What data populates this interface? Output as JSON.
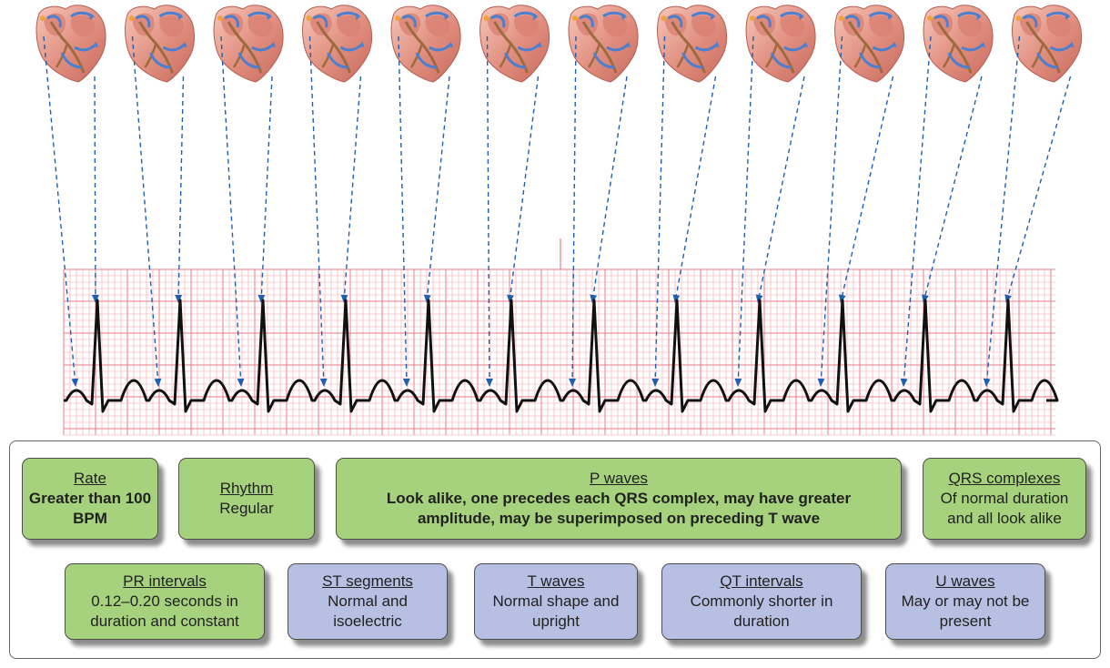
{
  "diagram": {
    "beat_count": 12,
    "colors": {
      "grid_line": "#f4a6ae",
      "grid_major": "#ec7b88",
      "trace": "#111111",
      "arrow": "#1f5fb0",
      "green_box": "#a7d27d",
      "blue_box": "#b7c0e2"
    },
    "illustration": "heart-conduction-icon"
  },
  "characteristics": {
    "rate": {
      "title": "Rate",
      "value": "Greater than 100 BPM"
    },
    "rhythm": {
      "title": "Rhythm",
      "value": "Regular"
    },
    "p_waves": {
      "title": "P waves",
      "value": "Look alike, one precedes each QRS complex, may have greater amplitude, may be superimposed on preceding T wave"
    },
    "qrs": {
      "title": "QRS complexes",
      "value": "Of normal duration and all look alike"
    },
    "pr": {
      "title": "PR intervals",
      "value": "0.12–0.20 seconds in duration and constant"
    },
    "st": {
      "title": "ST segments",
      "value": "Normal and isoelectric"
    },
    "t_waves": {
      "title": "T waves",
      "value": "Normal shape and upright"
    },
    "qt": {
      "title": "QT intervals",
      "value": "Commonly shorter in duration"
    },
    "u_waves": {
      "title": "U waves",
      "value": "May or may not be present"
    }
  }
}
